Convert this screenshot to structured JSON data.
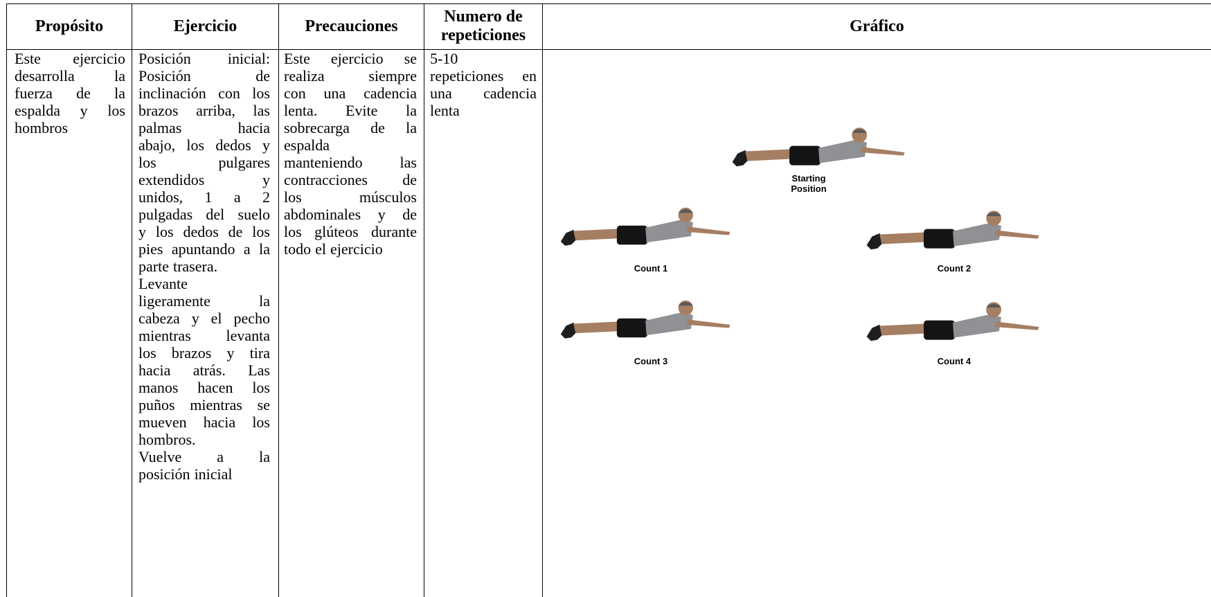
{
  "headers": {
    "proposito": "Propósito",
    "ejercicio": "Ejercicio",
    "precauciones": "Precauciones",
    "repeticiones_line1": "Numero de",
    "repeticiones_line2": "repeticiones",
    "grafico": "Gráfico"
  },
  "proposito_lines": [
    "Este ejercicio",
    "desarrolla la",
    "fuerza de la",
    "espalda y los",
    "hombros"
  ],
  "ejercicio_lines": [
    "Posición inicial:",
    "Posición de",
    "inclinación con los",
    "brazos arriba, las",
    "palmas hacia",
    "abajo, los dedos y",
    "los pulgares",
    "extendidos y",
    "unidos, 1 a 2",
    "pulgadas del suelo",
    "y los dedos de los",
    "pies apuntando a la",
    "parte trasera.",
    "Levante",
    "ligeramente la",
    "cabeza y el pecho",
    "mientras levanta",
    "los brazos y tira",
    "hacia atrás. Las",
    "manos hacen los",
    "puños mientras se",
    "mueven hacia los",
    "hombros.",
    "Vuelve a la",
    "posición inicial"
  ],
  "precauciones_lines": [
    "Este ejercicio se",
    "realiza siempre",
    "con una cadencia",
    "lenta. Evite la",
    "sobrecarga de la",
    "espalda",
    "manteniendo las",
    "contracciones de",
    "los músculos",
    "abdominales y de",
    "los glúteos durante",
    "todo el ejercicio"
  ],
  "repeticiones_lines": [
    "5-10",
    "repeticiones en",
    "una cadencia",
    "lenta"
  ],
  "grafico": {
    "caption_start_line1": "Starting",
    "caption_start_line2": "Position",
    "caption_count1": "Count 1",
    "caption_count2": "Count 2",
    "caption_count3": "Count 3",
    "caption_count4": "Count 4"
  },
  "colors": {
    "shirt": "#8f9194",
    "shorts": "#141414",
    "skin": "#a67e62",
    "shoe": "#1e1e1e"
  }
}
